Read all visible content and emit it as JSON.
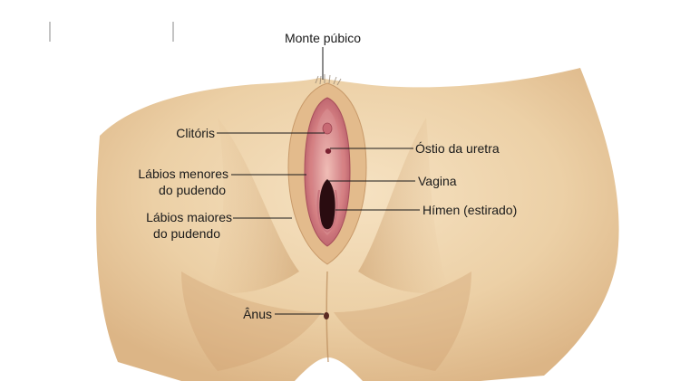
{
  "title": "",
  "labels": {
    "mons_pubis": "Monte púbico",
    "clitoris": "Clitóris",
    "urethral_orifice": "Óstio da uretra",
    "labia_minora": [
      "Lábios menores",
      "do pudendo"
    ],
    "vagina": "Vagina",
    "labia_majora": [
      "Lábios maiores",
      "do pudendo"
    ],
    "hymen": "Hímen (estirado)",
    "anus": "Ânus"
  },
  "colors": {
    "skin_light": "#f3dcb8",
    "skin_mid": "#e8c79b",
    "skin_shadow": "#cfa575",
    "mucosa": "#d98c8c",
    "mucosa_dark": "#b85a66",
    "opening": "#2a0c10",
    "text": "#1a1a1a"
  }
}
